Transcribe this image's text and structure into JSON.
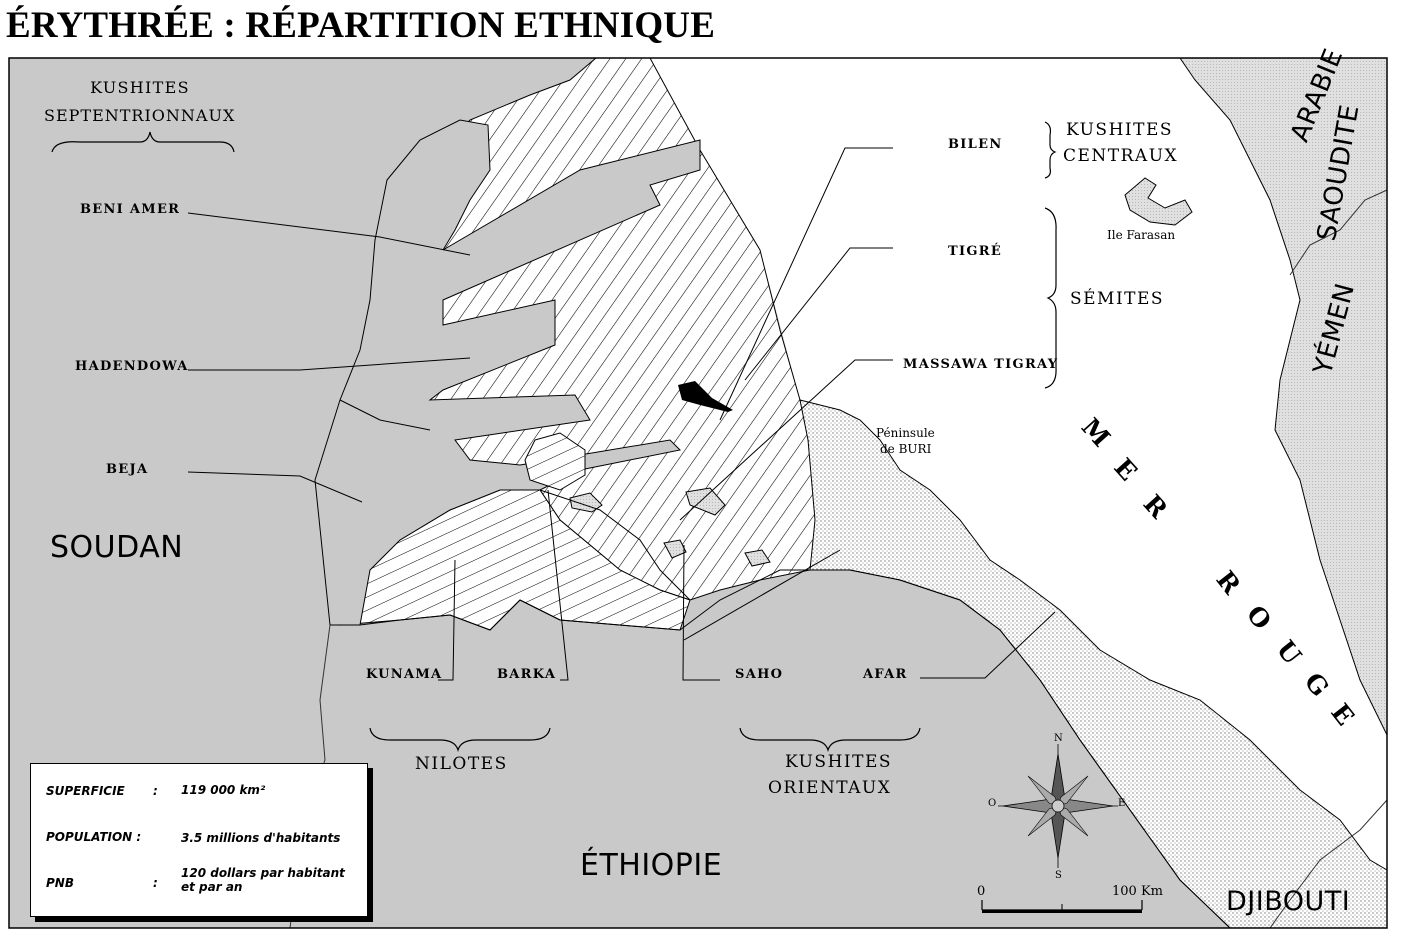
{
  "title": "ÉRYTHRÉE : RÉPARTITION ETHNIQUE",
  "countries": {
    "soudan": "SOUDAN",
    "ethiopie": "ÉTHIOPIE",
    "djibouti": "DJIBOUTI",
    "arabie_line1": "ARABIE",
    "arabie_line2": "SAOUDITE",
    "yemen": "YÉMEN"
  },
  "sea": {
    "word1": [
      "M",
      "E",
      "R"
    ],
    "word2": [
      "R",
      "O",
      "U",
      "G",
      "E"
    ]
  },
  "places": {
    "farasan": "Ile Farasan",
    "buri_line1": "Péninsule",
    "buri_line2": "de BURI"
  },
  "groups": {
    "kushites_sept_line1": "KUSHITES",
    "kushites_sept_line2": "SEPTENTRIONNAUX",
    "kushites_centraux_line1": "KUSHITES",
    "kushites_centraux_line2": "CENTRAUX",
    "semites": "SÉMITES",
    "nilotes": "NILOTES",
    "kushites_orientaux_line1": "KUSHITES",
    "kushites_orientaux_line2": "ORIENTAUX"
  },
  "ethnic_labels": {
    "beni_amer": "BENI AMER",
    "hadendowa": "HADENDOWA",
    "beja": "BEJA",
    "bilen": "BILEN",
    "tigre": "TIGRÉ",
    "massawa_tigray": "MASSAWA TIGRAY",
    "kunama": "KUNAMA",
    "barka": "BARKA",
    "saho": "SAHO",
    "afar": "AFAR"
  },
  "info_box": {
    "superficie_label": "SUPERFICIE",
    "superficie_sep": ":",
    "superficie_value": "119 000 km²",
    "population_label": "POPULATION :",
    "population_value": "3.5 millions d'habitants",
    "pnb_label": "PNB",
    "pnb_sep": ":",
    "pnb_value_line1": "120 dollars par habitant",
    "pnb_value_line2": "et par an"
  },
  "compass": {
    "n": "N",
    "s": "S",
    "e": "E",
    "o": "O"
  },
  "scale": {
    "start": "0",
    "end": "100 Km"
  },
  "colors": {
    "gray_region": "#c8c8c8",
    "ink": "#000000",
    "sea": "#ffffff"
  }
}
